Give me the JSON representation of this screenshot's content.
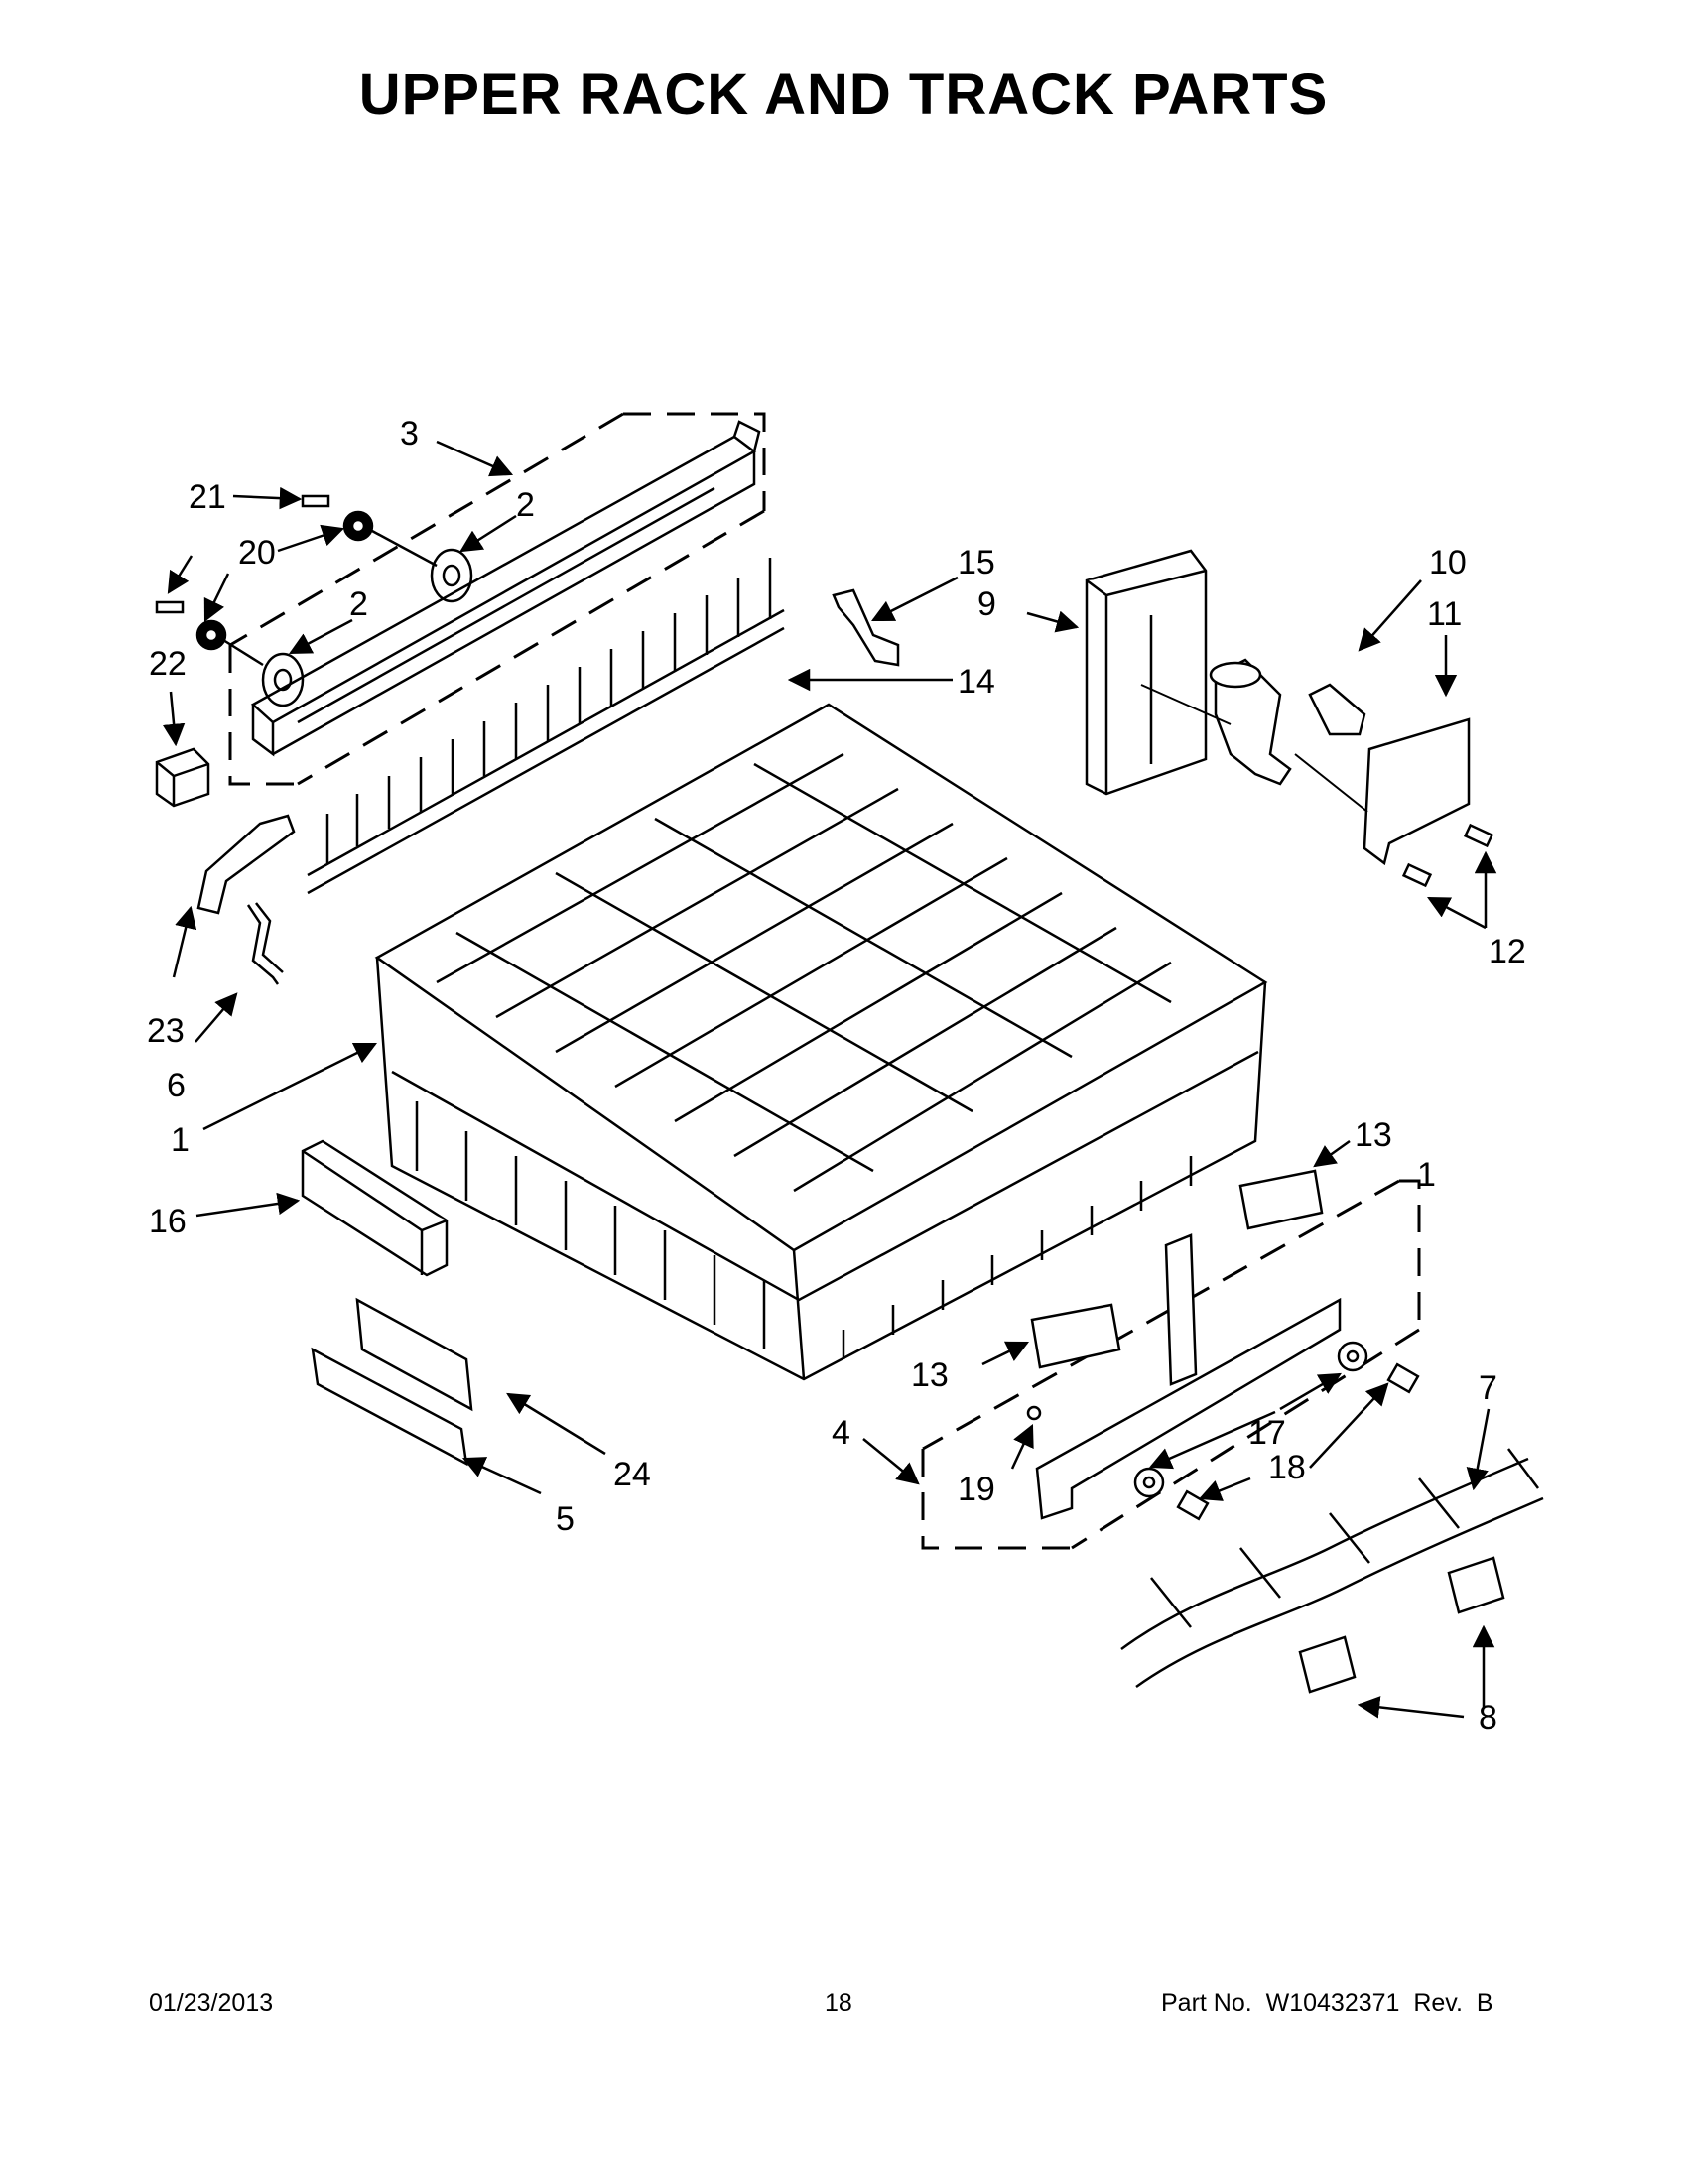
{
  "title": "UPPER RACK AND TRACK PARTS",
  "callouts": {
    "c1_rack": "1",
    "c1_box": "1",
    "c2_top": "2",
    "c2_bottom": "2",
    "c3": "3",
    "c4": "4",
    "c5": "5",
    "c6": "6",
    "c7": "7",
    "c8": "8",
    "c9": "9",
    "c10": "10",
    "c11": "11",
    "c12": "12",
    "c13_right": "13",
    "c13_left": "13",
    "c14": "14",
    "c15": "15",
    "c16": "16",
    "c17": "17",
    "c18": "18",
    "c19": "19",
    "c20": "20",
    "c21": "21",
    "c22": "22",
    "c23": "23",
    "c24": "24"
  },
  "footer": {
    "date": "01/23/2013",
    "page": "18",
    "part_label": "Part No.",
    "part_number": "W10432371",
    "rev_label": "Rev.",
    "rev": "B"
  }
}
